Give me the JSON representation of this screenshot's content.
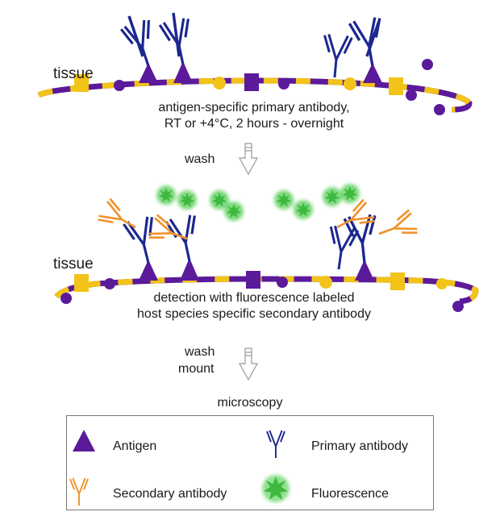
{
  "colors": {
    "tissue_purple": "#5b1a9a",
    "tissue_yellow": "#f2c318",
    "primary_antibody": "#1c2790",
    "secondary_antibody": "#f0922b",
    "fluorescence": "#3fb83f",
    "arrow": "#999999"
  },
  "step1": {
    "tissue_label": "tissue",
    "caption_line1": "antigen-specific primary antibody,",
    "caption_line2": "RT or +4°C, 2 hours -  overnight"
  },
  "wash1": {
    "label": "wash"
  },
  "step2": {
    "tissue_label": "tissue",
    "caption_line1": "detection with fluorescence labeled",
    "caption_line2": "host species specific secondary antibody"
  },
  "wash2": {
    "label_line1": "wash",
    "label_line2": "mount"
  },
  "final_step": {
    "label": "microscopy"
  },
  "legend": {
    "antigen": {
      "label": "Antigen",
      "icon": "triangle-icon"
    },
    "primary": {
      "label": "Primary antibody",
      "icon": "primary-antibody-icon"
    },
    "secondary": {
      "label": "Secondary antibody",
      "icon": "secondary-antibody-icon"
    },
    "fluorescence": {
      "label": "Fluorescence",
      "icon": "fluorescence-burst-icon"
    }
  }
}
